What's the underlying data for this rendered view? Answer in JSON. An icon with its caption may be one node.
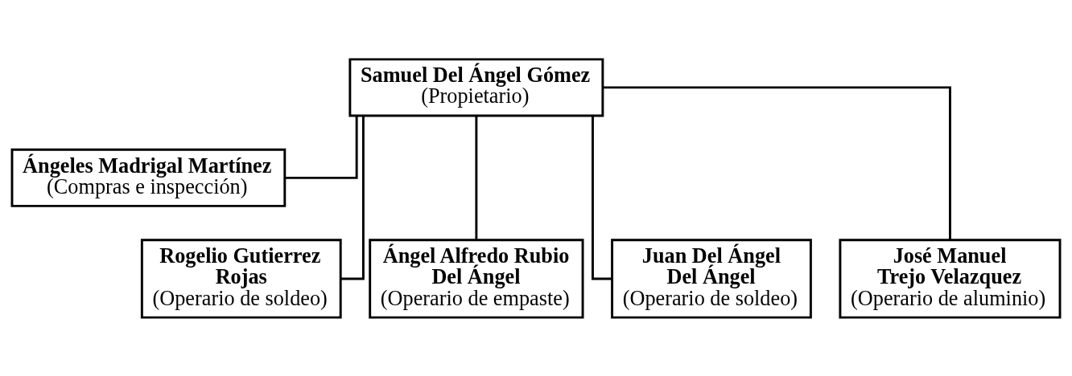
{
  "diagram": {
    "nodes": [
      {
        "text": [
          "Samuel Del Ángel Gómez",
          "(Propietario)"
        ]
      },
      {
        "text": [
          "Ángeles Madrigal Martínez",
          "(Compras e inspección)"
        ]
      },
      {
        "text": [
          "Rogelio Gutierrez Rojas",
          "(Operario de soldeo)"
        ]
      },
      {
        "text": [
          "Ángel Alfredo Rubio Del Ángel",
          "(Operario de empaste)"
        ]
      },
      {
        "text": [
          "Juan Del Ángel Del Ángel",
          "(Operario de soldeo)"
        ]
      },
      {
        "text": [
          "José Manuel Trejo Velazquez",
          "(Operario de aluminio)"
        ]
      }
    ],
    "edges": [
      {
        "from": 0,
        "to": 1,
        "arrow": "none"
      },
      {
        "from": 0,
        "to": 2,
        "arrow": "none"
      },
      {
        "from": 0,
        "to": 3,
        "arrow": "none"
      },
      {
        "from": 0,
        "to": 4,
        "arrow": "none"
      },
      {
        "from": 0,
        "to": 5,
        "arrow": "none"
      }
    ]
  }
}
